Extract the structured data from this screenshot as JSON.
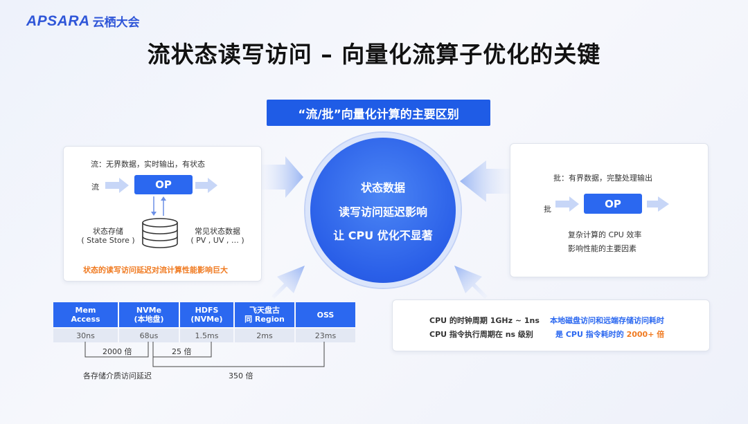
{
  "logo": {
    "brand": "APSARA",
    "subtitle": "云栖大会"
  },
  "title": "流状态读写访问 – 向量化流算子优化的关键",
  "banner": "“流/批”向量化计算的主要区别",
  "stream_card": {
    "heading": "流：无界数据，实时输出，有状态",
    "input_label": "流",
    "op_label": "OP",
    "state_store_line1": "状态存储",
    "state_store_line2": "( State Store )",
    "common_state_line1": "常见状态数据",
    "common_state_line2": "( PV , UV , … )",
    "highlight": "状态的读写访问延迟对流计算性能影响巨大"
  },
  "center": {
    "line1": "状态数据",
    "line2": "读写访问延迟影响",
    "line3": "让 CPU 优化不显著"
  },
  "batch_card": {
    "heading": "批：有界数据，完整处理输出",
    "input_label": "批",
    "op_label": "OP",
    "note_line1": "复杂计算的 CPU 效率",
    "note_line2": "影响性能的主要因素"
  },
  "latency_table": {
    "columns": [
      {
        "line1": "Mem",
        "line2": "Access",
        "value": "30ns"
      },
      {
        "line1": "NVMe",
        "line2": "(本地盘)",
        "value": "68us"
      },
      {
        "line1": "HDFS",
        "line2": "(NVMe)",
        "value": "1.5ms"
      },
      {
        "line1": "飞天盘古",
        "line2": "同 Region",
        "value": "2ms"
      },
      {
        "line1": "OSS",
        "line2": "",
        "value": "23ms"
      }
    ],
    "ratio_2000": "2000 倍",
    "ratio_25": "25 倍",
    "ratio_350": "350 倍",
    "caption": "各存储介质访问延迟"
  },
  "cpu_card": {
    "line1": "CPU 的时钟周期 1GHz ~ 1ns",
    "line2": "CPU 指令执行周期在 ns 级别",
    "blue_line1": "本地磁盘访问和远端存储访问耗时",
    "blue_line2_prefix": "是 CPU 指令耗时的",
    "blue_line2_highlight": "2000+ 倍"
  },
  "colors": {
    "accent": "#2b68f0",
    "highlight": "#f07b22"
  }
}
